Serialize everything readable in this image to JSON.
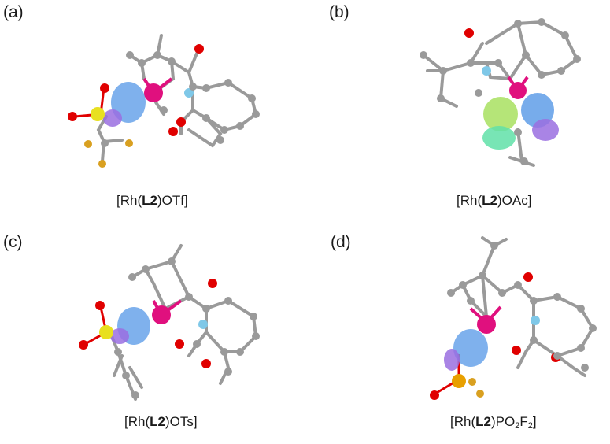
{
  "figure": {
    "panels": [
      {
        "letter": "(a)",
        "caption": {
          "prefix": "[Rh(",
          "ligand": "L2",
          "suffix": ")OTf]",
          "sub_parts": []
        },
        "anion": "OTf",
        "atoms_labeled": [
          "Rh",
          "S",
          "F",
          "F",
          "F"
        ],
        "orbital_lobes": [
          "blue",
          "purple"
        ]
      },
      {
        "letter": "(b)",
        "caption": {
          "prefix": "[Rh(",
          "ligand": "L2",
          "suffix": ")OAc]",
          "sub_parts": []
        },
        "anion": "OAc",
        "atoms_labeled": [
          "Rh"
        ],
        "orbital_lobes": [
          "yellow-green",
          "teal-green",
          "blue",
          "purple"
        ]
      },
      {
        "letter": "(c)",
        "caption": {
          "prefix": "[Rh(",
          "ligand": "L2",
          "suffix": ")OTs]",
          "sub_parts": []
        },
        "anion": "OTs",
        "atoms_labeled": [
          "Rh",
          "S"
        ],
        "orbital_lobes": [
          "blue",
          "purple"
        ]
      },
      {
        "letter": "(d)",
        "caption": {
          "prefix": "[Rh(",
          "ligand": "L2",
          "suffix": ")PO",
          "sub1": "2",
          "mid": "F",
          "sub2": "2",
          "end": "]"
        },
        "anion": "PO2F2",
        "atoms_labeled": [
          "Rh",
          "P",
          "F",
          "F"
        ],
        "orbital_lobes": [
          "blue",
          "purple"
        ]
      }
    ],
    "colors": {
      "rhodium": "#e0107e",
      "carbon": "#8c8c8c",
      "hydrogen": "#f2f2f2",
      "oxygen": "#e00000",
      "nitrogen": "#7fc8e8",
      "sulfur": "#e8e020",
      "fluorine": "#d9a020",
      "phosphorus": "#e8a000",
      "lobe_blue": "#5f9ee8",
      "lobe_purple": "#9a6fe0",
      "lobe_green": "#a8e060",
      "lobe_teal": "#60e0a8"
    }
  }
}
